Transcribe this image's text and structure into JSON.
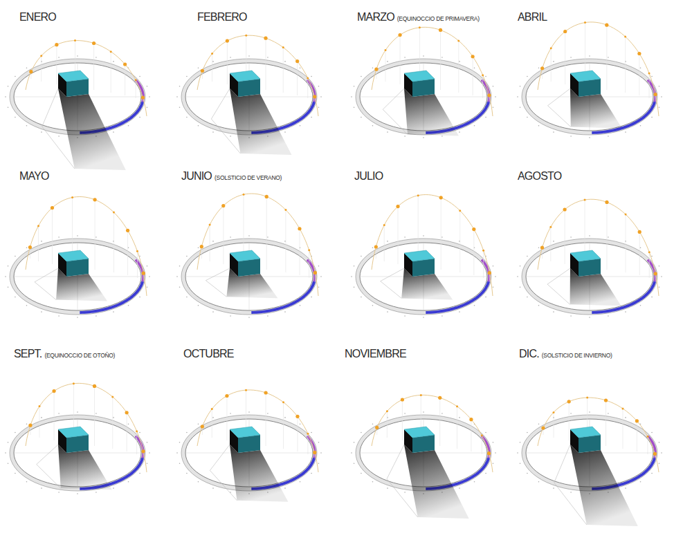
{
  "diagram": {
    "labels": [
      "ENERO",
      "FEBRERO",
      "MARZO",
      "(EQUINOCCIO DE PRIMAVERA)",
      "ABRIL",
      "MAYO",
      "JUNIO",
      "(SOLSTICIO DE VERANO)",
      "JULIO",
      "AGOSTO",
      "SEPT.",
      "(EQUINOCCIO DE OTOÑO)",
      "OCTUBRE",
      "NOVIEMBRE",
      "DIC.",
      "(SOLSTICIO DE INVIERNO)"
    ]
  }
}
